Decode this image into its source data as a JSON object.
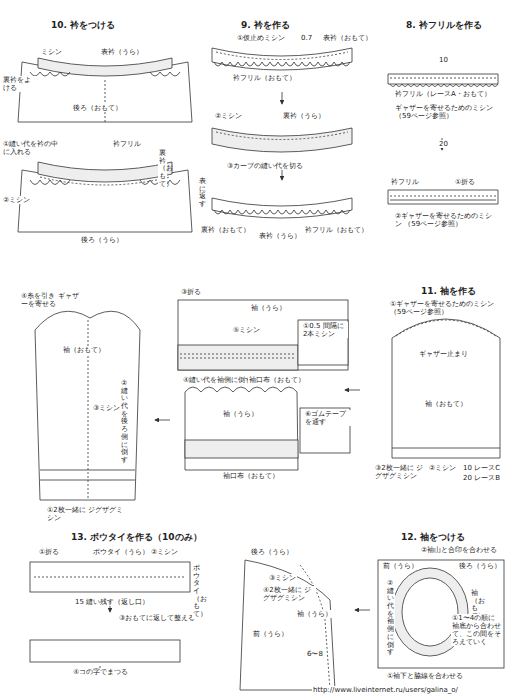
{
  "diagram": {
    "labels": [
      "10. 衿をつける",
      "ミシン",
      "表衿（うら）",
      "裏衿をよける",
      "後ろ（おもて）",
      "①縫い代を衿の中に入れる",
      "衿フリル",
      "裏衿（おもて）",
      "②ミシン",
      "後ろ（うら）",
      "9. 衿を作る",
      "①仮止めミシン",
      "0.7",
      "表衿（おもて）",
      "衿フリル（おもて）",
      "②ミシン",
      "裏衿（うら）",
      "③カーブの縫い代を切る",
      "裏衿（おもて）",
      "衿フリル（おもて）",
      "表に返す",
      "表衿（うら）",
      "8. 衿フリルを作る",
      "10",
      "衿フリル（レースA・おもて）",
      "ギャザーを寄せるためのミシン （59ページ参照）",
      "20",
      "衿フリル",
      "①折る",
      "②ギャザーを寄せるためのミシン （59ページ参照）",
      "11. 袖を作る",
      "①ギャザーを寄せるためのミシン （59ページ参照）",
      "ギャザー止まり",
      "袖（おもて）",
      "③2枚一緒に ジグザグミシン",
      "②ミシン",
      "10 レースC",
      "20 レースB",
      "③折る",
      "袖（うら）",
      "⑤ミシン",
      "①0.5 間隔に 2本ミシン",
      "④縫い代を袖側に倒す",
      "袖口布（おもて）",
      "袖（うら）",
      "⑥ゴムテープを通す",
      "袖口布（おもて）",
      "④糸を引き ギャザーを寄せる",
      "袖（おもて）",
      "③ミシン",
      "②縫い代を後ろ側に倒す",
      "①2枚一緒に ジグザグミシン",
      "13. ボウタイを作る（10のみ）",
      "①折る",
      "ボウタイ（うら）",
      "②ミシン",
      "15 縫い残す（返し口）",
      "③おもてに返して整える",
      "ボウタイ（おもて）",
      "④コの字でまつる",
      "12. 袖をつける",
      "後ろ（うら）",
      "③ミシン",
      "④2枚一緒に ジグザグミシン",
      "前（うら）",
      "袖（うら）",
      "6〜8",
      "①袖下と脇線を合わせる",
      "②袖山と合印を合わせる",
      "後ろ（うら）",
      "袖（おもて）",
      "前（うら）",
      "①1〜4の順に袖底から合わせて、この間をそろえていく",
      "②縫い代を袖側に倒す",
      "http://www.liveinternet.ru/users/galina_o/"
    ]
  }
}
